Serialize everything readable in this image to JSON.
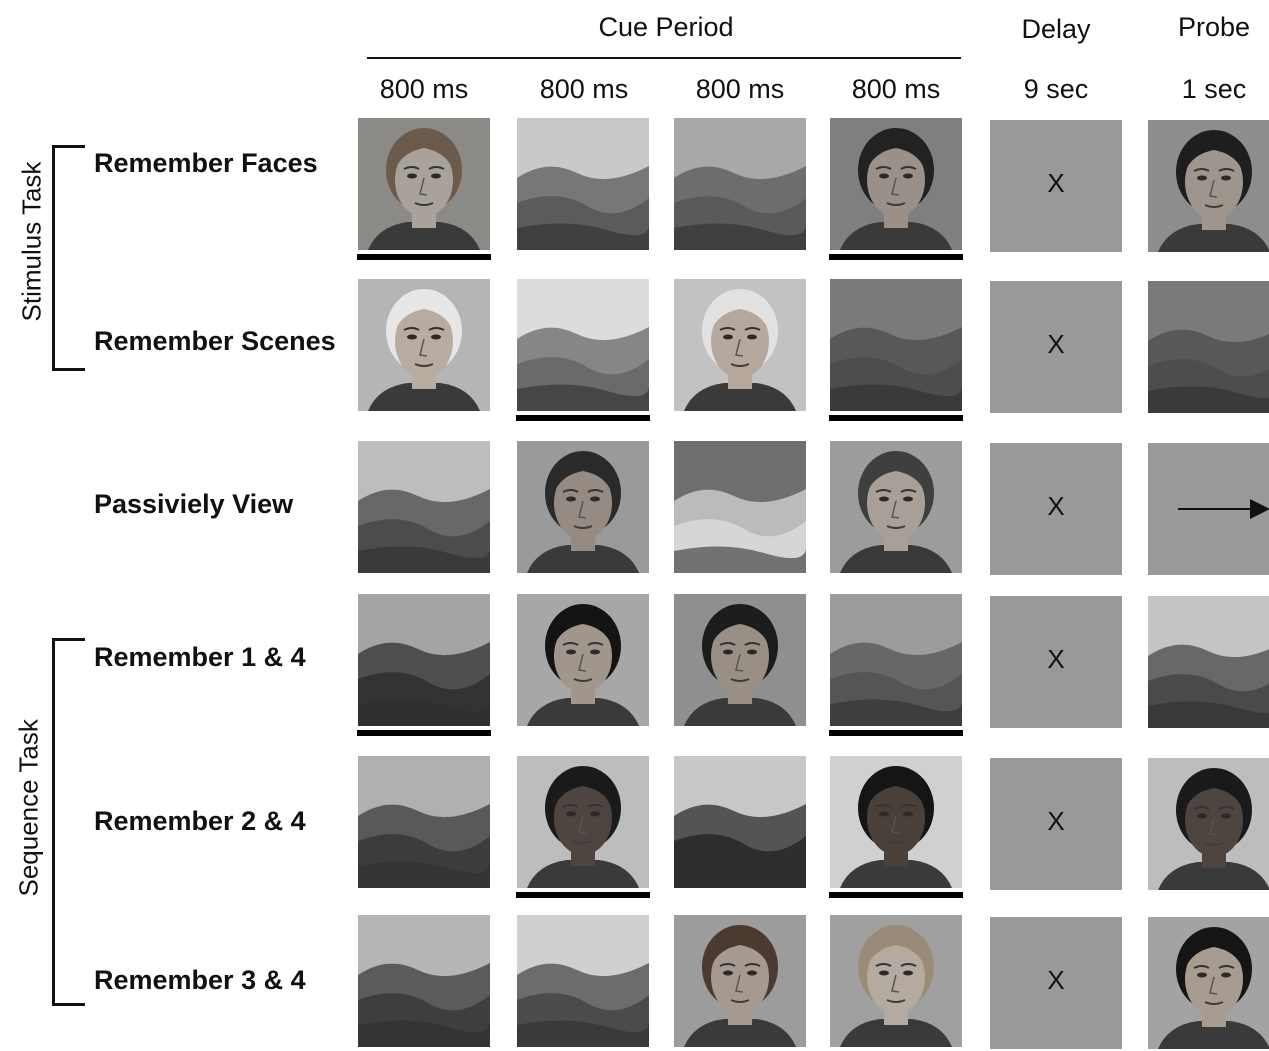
{
  "headers": {
    "cue_period": "Cue Period",
    "delay": "Delay",
    "probe": "Probe"
  },
  "timings": [
    "800 ms",
    "800 ms",
    "800 ms",
    "800 ms",
    "9 sec",
    "1 sec"
  ],
  "groups": {
    "stimulus_task": "Stimulus Task",
    "sequence_task": "Sequence Task"
  },
  "rows": [
    {
      "label": "Remember Faces",
      "tiles": [
        {
          "kind": "face",
          "tone": "#8c8a86",
          "skin": "#a9a29a",
          "hair": "#6c5b4c",
          "underline": true
        },
        {
          "kind": "scene",
          "sky": "#c9c9c9",
          "ground": "#5b5b5b",
          "underline": false
        },
        {
          "kind": "scene",
          "sky": "#a8a8a8",
          "ground": "#5a5a5a",
          "underline": false
        },
        {
          "kind": "face",
          "tone": "#7f7f7f",
          "skin": "#9a9088",
          "hair": "#222222",
          "underline": true
        }
      ],
      "delay": "X",
      "probe": {
        "kind": "face",
        "tone": "#8d8d8d",
        "skin": "#9e968c",
        "hair": "#1e1e1e"
      }
    },
    {
      "label": "Remember Scenes",
      "tiles": [
        {
          "kind": "face",
          "tone": "#b5b5b5",
          "skin": "#b8aba0",
          "hair": "#e6e6e6",
          "underline": false
        },
        {
          "kind": "scene",
          "sky": "#dcdcdc",
          "ground": "#6a6a6a",
          "underline": true
        },
        {
          "kind": "face",
          "tone": "#c2c2c2",
          "skin": "#b6a89c",
          "hair": "#e2e2e2",
          "underline": false
        },
        {
          "kind": "scene",
          "sky": "#7a7a7a",
          "ground": "#4d4d4d",
          "underline": true
        }
      ],
      "delay": "X",
      "probe": {
        "kind": "scene",
        "sky": "#7a7a7a",
        "ground": "#4d4d4d"
      }
    },
    {
      "label": "Passiviely View",
      "tiles": [
        {
          "kind": "scene",
          "sky": "#bdbdbd",
          "ground": "#4c4c4c",
          "underline": false
        },
        {
          "kind": "face",
          "tone": "#9a9a9a",
          "skin": "#958b82",
          "hair": "#2a2a2a",
          "underline": false
        },
        {
          "kind": "scene",
          "sky": "#6e6e6e",
          "ground": "#d6d6d6",
          "underline": false
        },
        {
          "kind": "face",
          "tone": "#9c9c9c",
          "skin": "#a89f96",
          "hair": "#3f3f3f",
          "underline": false
        }
      ],
      "delay": "X",
      "probe": {
        "kind": "arrow"
      }
    },
    {
      "label": "Remember 1 & 4",
      "tiles": [
        {
          "kind": "scene",
          "sky": "#a4a4a4",
          "ground": "#333333",
          "underline": true
        },
        {
          "kind": "face",
          "tone": "#a7a7a7",
          "skin": "#a0968c",
          "hair": "#141414",
          "underline": false
        },
        {
          "kind": "face",
          "tone": "#8f8f8f",
          "skin": "#9a8f84",
          "hair": "#1c1c1c",
          "underline": false
        },
        {
          "kind": "scene",
          "sky": "#9c9c9c",
          "ground": "#555555",
          "underline": true
        }
      ],
      "delay": "X",
      "probe": {
        "kind": "scene",
        "sky": "#c4c4c4",
        "ground": "#4a4a4a"
      }
    },
    {
      "label": "Remember 2 & 4",
      "tiles": [
        {
          "kind": "scene",
          "sky": "#b0b0b0",
          "ground": "#3c3c3c",
          "underline": false
        },
        {
          "kind": "face",
          "tone": "#bdbdbd",
          "skin": "#4e4540",
          "hair": "#1a1a1a",
          "underline": true
        },
        {
          "kind": "scene",
          "sky": "#c8c8c8",
          "ground": "#2e2e2e",
          "underline": false
        },
        {
          "kind": "face",
          "tone": "#d0d0d0",
          "skin": "#4a403a",
          "hair": "#151515",
          "underline": true
        }
      ],
      "delay": "X",
      "probe": {
        "kind": "face",
        "tone": "#bdbdbd",
        "skin": "#4e4540",
        "hair": "#1a1a1a"
      }
    },
    {
      "label": "Remember 3 & 4",
      "tiles": [
        {
          "kind": "scene",
          "sky": "#b5b5b5",
          "ground": "#3e3e3e",
          "underline": false
        },
        {
          "kind": "scene",
          "sky": "#cfcfcf",
          "ground": "#4b4b4b",
          "underline": false
        },
        {
          "kind": "face",
          "tone": "#9c9c9c",
          "skin": "#a69a90",
          "hair": "#4a3a30",
          "underline": false
        },
        {
          "kind": "face",
          "tone": "#a0a0a0",
          "skin": "#b5aaa0",
          "hair": "#9a8a78",
          "underline": false
        }
      ],
      "delay": "X",
      "probe": {
        "kind": "face",
        "tone": "#a3a3a3",
        "skin": "#a89c90",
        "hair": "#151515"
      }
    }
  ]
}
